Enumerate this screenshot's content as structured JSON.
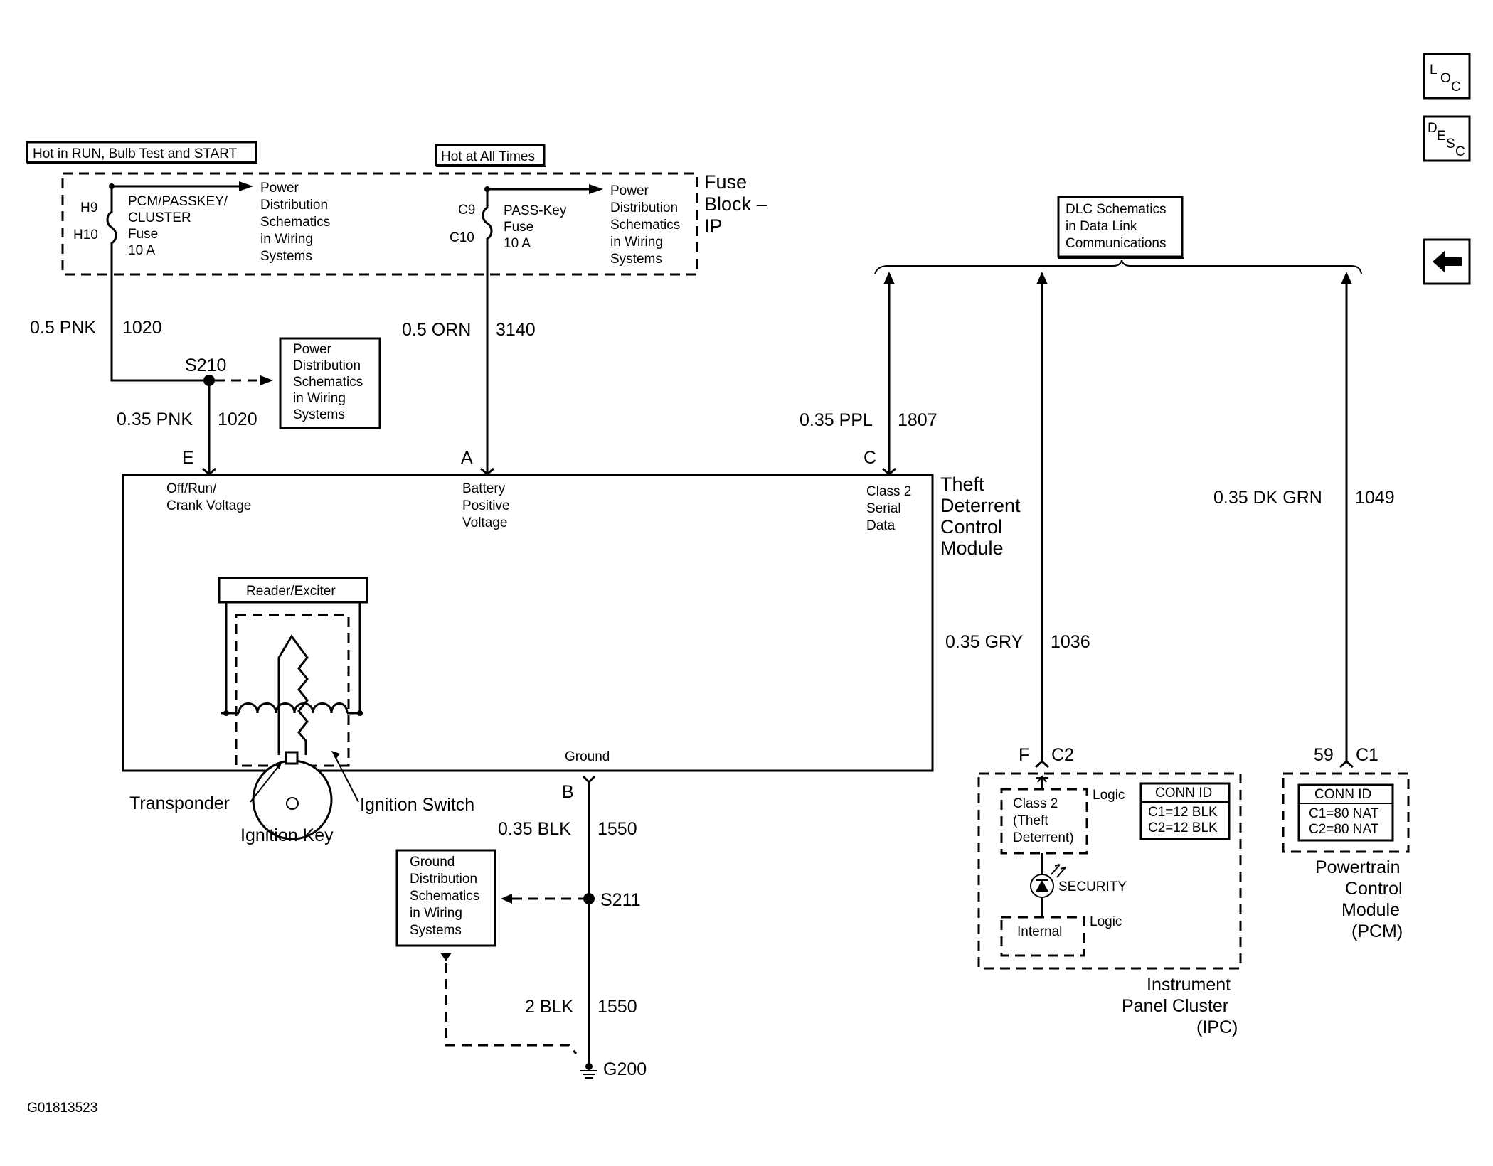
{
  "nav": {
    "loc_l": "L",
    "loc_o": "O",
    "loc_c": "C",
    "desc_d": "D",
    "desc_e": "E",
    "desc_s": "S",
    "desc_c": "C",
    "back_icon": "left-arrow-icon"
  },
  "fuse_block": {
    "hot_run_label": "Hot in RUN, Bulb Test and START",
    "hot_all_label": "Hot at All Times",
    "title": [
      "Fuse",
      "Block –",
      "IP"
    ],
    "fuse1": {
      "pin_top": "H9",
      "pin_bottom": "H10",
      "name": [
        "PCM/PASSKEY/",
        "CLUSTER",
        "Fuse",
        "10 A"
      ]
    },
    "fuse2": {
      "pin_top": "C9",
      "pin_bottom": "C10",
      "name": [
        "PASS-Key",
        "Fuse",
        "10 A"
      ]
    },
    "power_ref_1": [
      "Power",
      "Distribution",
      "Schematics",
      "in Wiring",
      "Systems"
    ],
    "power_ref_2": [
      "Power",
      "Distribution",
      "Schematics",
      "in Wiring",
      "Systems"
    ]
  },
  "wires": {
    "pnk_upper": {
      "gauge": "0.5 PNK",
      "circuit": "1020"
    },
    "pnk_lower": {
      "gauge": "0.35 PNK",
      "circuit": "1020"
    },
    "orn": {
      "gauge": "0.5 ORN",
      "circuit": "3140"
    },
    "ppl": {
      "gauge": "0.35 PPL",
      "circuit": "1807"
    },
    "gry": {
      "gauge": "0.35 GRY",
      "circuit": "1036"
    },
    "dkgrn": {
      "gauge": "0.35 DK GRN",
      "circuit": "1049"
    },
    "blk_upper": {
      "gauge": "0.35 BLK",
      "circuit": "1550"
    },
    "blk_lower": {
      "gauge": "2 BLK",
      "circuit": "1550"
    }
  },
  "splices": {
    "s210": "S210",
    "s211": "S211",
    "s210_ref": [
      "Power",
      "Distribution",
      "Schematics",
      "in Wiring",
      "Systems"
    ],
    "ground_ref": [
      "Ground",
      "Distribution",
      "Schematics",
      "in Wiring",
      "Systems"
    ],
    "g200": "G200"
  },
  "dlc": {
    "label": [
      "DLC Schematics",
      "in Data Link",
      "Communications"
    ]
  },
  "module": {
    "title": [
      "Theft",
      "Deterrent",
      "Control",
      "Module"
    ],
    "pin_e": "E",
    "pin_e_desc": [
      "Off/Run/",
      "Crank Voltage"
    ],
    "pin_a": "A",
    "pin_a_desc": [
      "Battery",
      "Positive",
      "Voltage"
    ],
    "pin_c": "C",
    "pin_c_desc": [
      "Class 2",
      "Serial",
      "Data"
    ],
    "pin_b": "B",
    "ground_label": "Ground",
    "reader": "Reader/Exciter",
    "transponder": "Transponder",
    "ignition_key": "Ignition Key",
    "ignition_switch": "Ignition Switch"
  },
  "ipc": {
    "pin": "F",
    "conn": "C2",
    "class2": [
      "Class 2",
      "(Theft",
      "Deterrent)"
    ],
    "logic1": "Logic",
    "conn_id_title": "CONN ID",
    "conn_id": [
      "C1=12 BLK",
      "C2=12 BLK"
    ],
    "security": "SECURITY",
    "internal": "Internal",
    "logic2": "Logic",
    "title": [
      "Instrument",
      "Panel Cluster",
      "(IPC)"
    ]
  },
  "pcm": {
    "pin": "59",
    "conn": "C1",
    "conn_id_title": "CONN ID",
    "conn_id": [
      "C1=80 NAT",
      "C2=80 NAT"
    ],
    "title": [
      "Powertrain",
      "Control",
      "Module",
      "(PCM)"
    ]
  },
  "figure_id": "G01813523"
}
